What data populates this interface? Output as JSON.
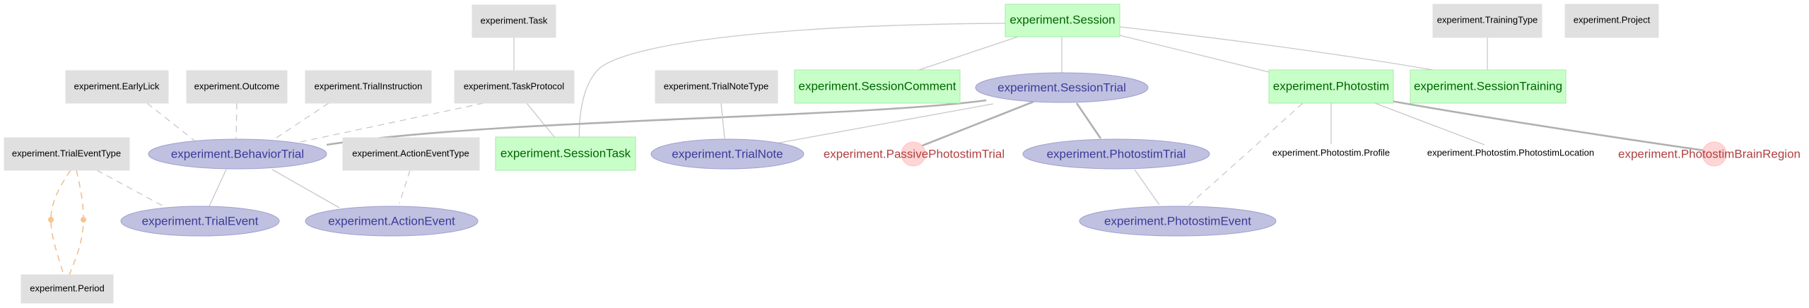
{
  "diagram": {
    "nodes": {
      "task": "experiment.Task",
      "session": "experiment.Session",
      "training_type": "experiment.TrainingType",
      "project": "experiment.Project",
      "early_lick": "experiment.EarlyLick",
      "outcome": "experiment.Outcome",
      "trial_instruction": "experiment.TrialInstruction",
      "task_protocol": "experiment.TaskProtocol",
      "trial_note_type": "experiment.TrialNoteType",
      "session_comment": "experiment.SessionComment",
      "session_trial": "experiment.SessionTrial",
      "photostim": "experiment.Photostim",
      "session_training": "experiment.SessionTraining",
      "trial_event_type": "experiment.TrialEventType",
      "behavior_trial": "experiment.BehaviorTrial",
      "action_event_type": "experiment.ActionEventType",
      "session_task": "experiment.SessionTask",
      "trial_note": "experiment.TrialNote",
      "passive_photostim_trial": "experiment.PassivePhotostimTrial",
      "photostim_trial": "experiment.PhotostimTrial",
      "photostim_profile": "experiment.Photostim.Profile",
      "photostim_location": "experiment.Photostim.PhotostimLocation",
      "photostim_brain_region": "experiment.PhotostimBrainRegion",
      "trial_event": "experiment.TrialEvent",
      "action_event": "experiment.ActionEvent",
      "photostim_event": "experiment.PhotostimEvent",
      "period": "experiment.Period"
    },
    "colors": {
      "lookup_fill": "#e0e0e0",
      "manual_fill": "#c8ffc8",
      "manual_text": "#006400",
      "imported_fill": "#c0c0e0",
      "imported_text": "#3a3a9a",
      "computed_fill": "#ffd6d6",
      "computed_text": "#b04040",
      "edge": "#c8c8c8",
      "orange_edge": "#f0c090"
    }
  }
}
